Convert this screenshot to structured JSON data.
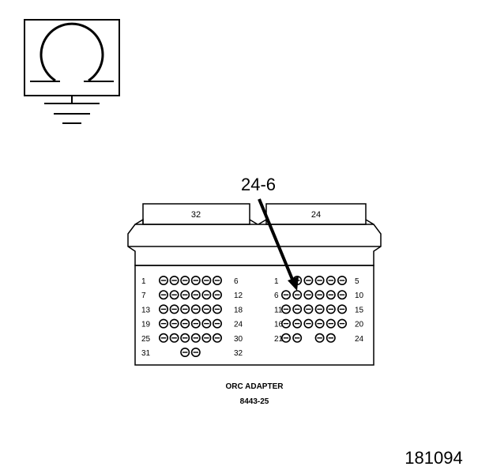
{
  "callout": {
    "label": "24-6"
  },
  "connector": {
    "left_header_label": "32",
    "right_header_label": "24",
    "left_block": {
      "row_labels": [
        {
          "start": "1",
          "end": "6"
        },
        {
          "start": "7",
          "end": "12"
        },
        {
          "start": "13",
          "end": "18"
        },
        {
          "start": "19",
          "end": "24"
        },
        {
          "start": "25",
          "end": "30"
        },
        {
          "start": "31",
          "end": "32"
        }
      ],
      "pin_rows": [
        [
          1,
          1,
          1,
          1,
          1,
          1
        ],
        [
          1,
          1,
          1,
          1,
          1,
          1
        ],
        [
          1,
          1,
          1,
          1,
          1,
          1
        ],
        [
          1,
          1,
          1,
          1,
          1,
          1
        ],
        [
          1,
          1,
          1,
          1,
          1,
          1
        ],
        [
          0,
          0,
          1,
          1,
          0,
          0
        ]
      ]
    },
    "right_block": {
      "row_labels": [
        {
          "start": "1",
          "end": "5"
        },
        {
          "start": "6",
          "end": "10"
        },
        {
          "start": "11",
          "end": "15"
        },
        {
          "start": "16",
          "end": "20"
        },
        {
          "start": "21",
          "end": "24"
        }
      ],
      "pin_rows": [
        [
          0,
          1,
          1,
          1,
          1,
          1
        ],
        [
          1,
          1,
          1,
          1,
          1,
          1
        ],
        [
          1,
          1,
          1,
          1,
          1,
          1
        ],
        [
          1,
          1,
          1,
          1,
          1,
          1
        ],
        [
          1,
          1,
          0,
          1,
          1,
          0
        ]
      ]
    }
  },
  "caption": {
    "title": "ORC ADAPTER",
    "part_number": "8443-25"
  },
  "figure_number": "181094",
  "colors": {
    "line": "#000000",
    "background": "#ffffff"
  }
}
